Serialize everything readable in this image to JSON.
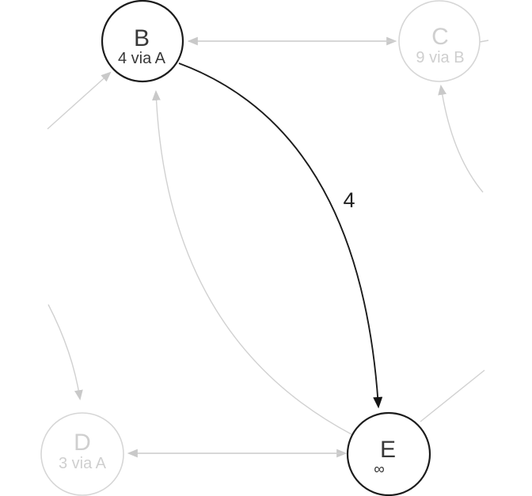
{
  "diagram": {
    "type": "weighted-directed-graph",
    "nodes": [
      {
        "id": "B",
        "label": "B",
        "sublabel": "4 via A",
        "state": "highlighted"
      },
      {
        "id": "C",
        "label": "C",
        "sublabel": "9 via B",
        "state": "dimmed"
      },
      {
        "id": "D",
        "label": "D",
        "sublabel": "3 via A",
        "state": "dimmed"
      },
      {
        "id": "E",
        "label": "E",
        "sublabel": "∞",
        "state": "highlighted"
      }
    ],
    "edges": [
      {
        "from": "B",
        "to": "E",
        "label": "4",
        "state": "highlighted"
      },
      {
        "from": "B",
        "to": "C",
        "label": "",
        "state": "dimmed"
      },
      {
        "from": "C",
        "to": "B",
        "label": "",
        "state": "dimmed"
      },
      {
        "from": "D",
        "to": "E",
        "label": "",
        "state": "dimmed"
      },
      {
        "from": "E",
        "to": "D",
        "label": "",
        "state": "dimmed"
      },
      {
        "from": "E",
        "to": "B",
        "label": "",
        "state": "dimmed"
      },
      {
        "from": "E",
        "to": "C",
        "label": "",
        "state": "dimmed"
      },
      {
        "from": "offscreen-left",
        "to": "B",
        "label": "",
        "state": "dimmed"
      },
      {
        "from": "offscreen-left",
        "to": "D",
        "label": "",
        "state": "dimmed"
      },
      {
        "from": "E",
        "to": "offscreen-right",
        "label": "",
        "state": "dimmed"
      },
      {
        "from": "C",
        "to": "offscreen-right",
        "label": "",
        "state": "dimmed"
      }
    ],
    "colors": {
      "highlighted": "#1c1c1c",
      "dimmed": "#d1d1d1",
      "node_fill": "#ffffff",
      "text_highlighted": "#383838",
      "text_dimmed": "#cfcfcf"
    }
  }
}
